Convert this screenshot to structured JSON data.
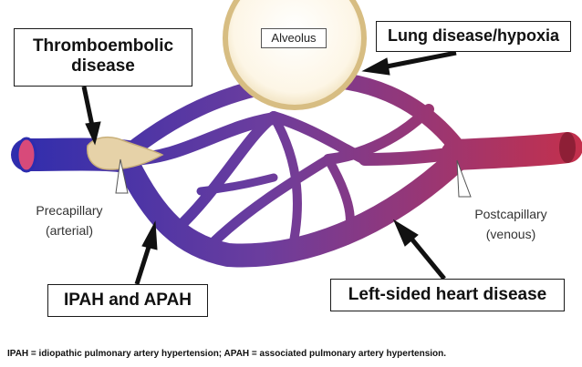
{
  "labels": {
    "thrombo_line1": "Thromboembolic",
    "thrombo_line2": "disease",
    "lung": "Lung disease/hypoxia",
    "ipah": "IPAH and APAH",
    "left_heart": "Left-sided heart disease",
    "alveolus": "Alveolus",
    "pre_line1": "Precapillary",
    "pre_line2": "(arterial)",
    "post_line1": "Postcapillary",
    "post_line2": "(venous)"
  },
  "footnote": "IPAH = idiopathic pulmonary artery hypertension; APAH = associated pulmonary artery hypertension.",
  "colors": {
    "arterial": "#3232b8",
    "mid": "#6e3a9a",
    "venous": "#c23050",
    "alveolus_ring": "#d8c088",
    "thrombus": "#e6d2a8"
  }
}
